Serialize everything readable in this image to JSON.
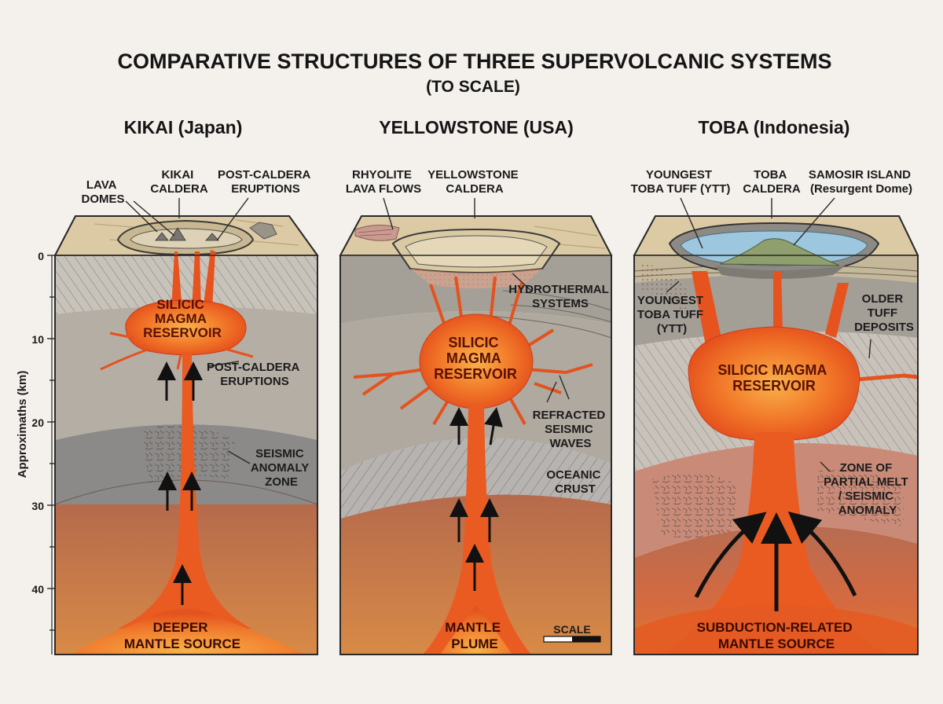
{
  "title": "COMPARATIVE STRUCTURES OF THREE SUPERVOLCANIC SYSTEMS",
  "subtitle": "(TO SCALE)",
  "axis": {
    "title": "Approximaths (km)",
    "ticks": [
      "0",
      "10",
      "20",
      "30",
      "40"
    ]
  },
  "panels": {
    "kikai": {
      "title": "KIKAI (Japan)",
      "labels": {
        "lava_domes_1": "LAVA",
        "lava_domes_2": "DOMES",
        "caldera_1": "KIKAI",
        "caldera_2": "CALDERA",
        "post_top_1": "POST-CALDERA",
        "post_top_2": "ERUPTIONS",
        "reservoir_1": "SILICIC",
        "reservoir_2": "MAGMA",
        "reservoir_3": "RESERVOIR",
        "post_mid_1": "POST-CALDERA",
        "post_mid_2": "ERUPTIONS",
        "seismic_1": "SEISMIC",
        "seismic_2": "ANOMALY",
        "seismic_3": "ZONE",
        "source_1": "DEEPER",
        "source_2": "MANTLE SOURCE"
      }
    },
    "yellowstone": {
      "title": "YELLOWSTONE (USA)",
      "labels": {
        "rhyolite_1": "RHYOLITE",
        "rhyolite_2": "LAVA FLOWS",
        "caldera_1": "YELLOWSTONE",
        "caldera_2": "CALDERA",
        "hydro_1": "HYDROTHERMAL",
        "hydro_2": "SYSTEMS",
        "reservoir_1": "SILICIC",
        "reservoir_2": "MAGMA",
        "reservoir_3": "RESERVOIR",
        "refracted_1": "REFRACTED",
        "refracted_2": "SEISMIC",
        "refracted_3": "WAVES",
        "oceanic_1": "OCEANIC",
        "oceanic_2": "CRUST",
        "source_1": "MANTLE",
        "source_2": "PLUME",
        "scale": "SCALE"
      }
    },
    "toba": {
      "title": "TOBA (Indonesia)",
      "labels": {
        "ytt_top_1": "YOUNGEST",
        "ytt_top_2": "TOBA TUFF (YTT)",
        "caldera_1": "TOBA",
        "caldera_2": "CALDERA",
        "samosir_1": "SAMOSIR ISLAND",
        "samosir_2": "(Resurgent Dome)",
        "ytt_side_1": "YOUNGEST",
        "ytt_side_2": "TOBA TUFF",
        "ytt_side_3": "(YTT)",
        "older_1": "OLDER",
        "older_2": "TUFF",
        "older_3": "DEPOSITS",
        "reservoir_1": "SILICIC MAGMA",
        "reservoir_2": "RESERVOIR",
        "zone_1": "ZONE OF",
        "zone_2": "PARTIAL MELT",
        "zone_3": "/ SEISMIC",
        "zone_4": "ANOMALY",
        "source_1": "SUBDUCTION-RELATED",
        "source_2": "MANTLE SOURCE"
      }
    }
  },
  "colors": {
    "background": "#f4f1ec",
    "surface": "#dccaa4",
    "upper_crust": "#9a948c",
    "mid_crust": "#b3aca3",
    "lower_crust": "#8a8886",
    "mantle": "#b86f50",
    "magma": "#ee5a20",
    "magma_core": "#f7a43c",
    "lake": "#9cc7de",
    "hill": "#8f9f6e",
    "partial_melt": "#c98b78"
  }
}
